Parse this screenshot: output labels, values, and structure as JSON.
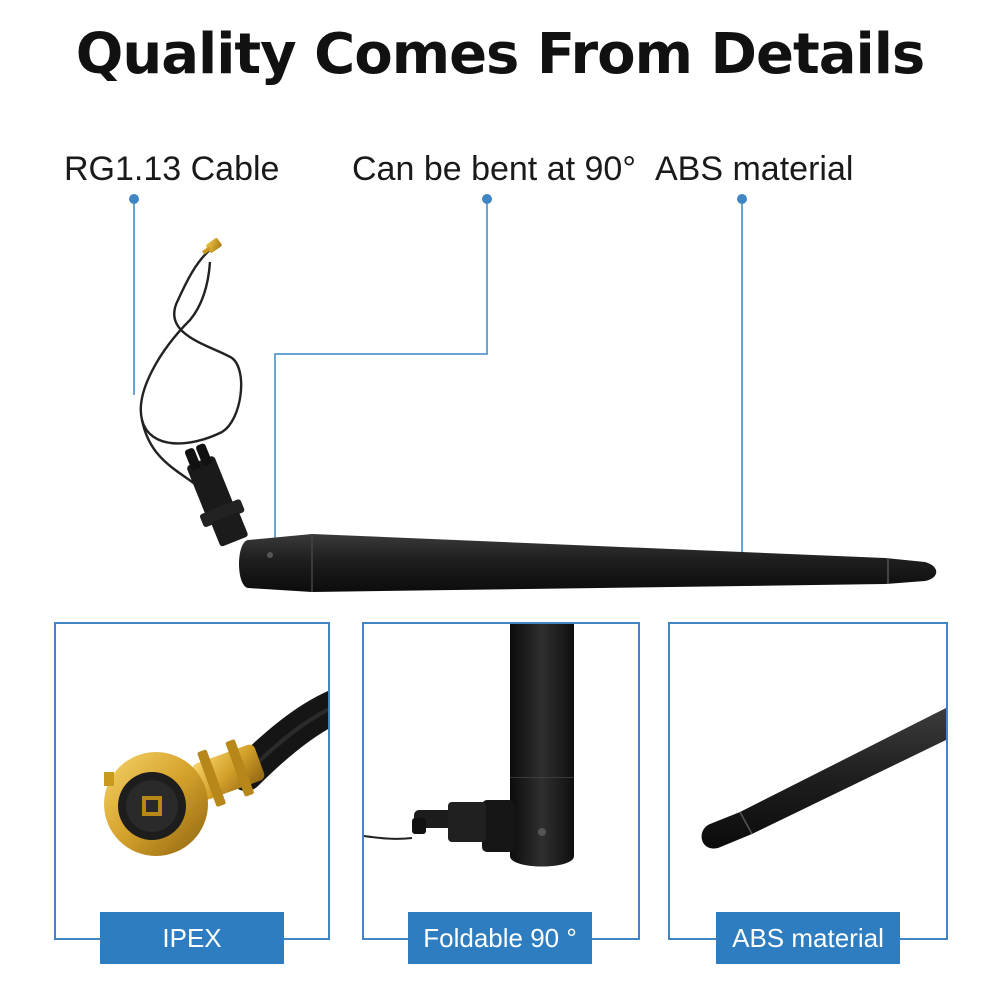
{
  "title": "Quality Comes From Details",
  "callouts": {
    "cable": "RG1.13 Cable",
    "bend": "Can be bent at 90°",
    "material": "ABS material"
  },
  "panels": {
    "ipex": {
      "label": "IPEX"
    },
    "foldable": {
      "label": "Foldable 90 °"
    },
    "abs": {
      "label": "ABS material"
    }
  },
  "colors": {
    "accent": "#2e7dc0",
    "leader_line": "#3f86c2",
    "antenna": "#1c1c1c",
    "connector_gold": "#c99a1e"
  }
}
